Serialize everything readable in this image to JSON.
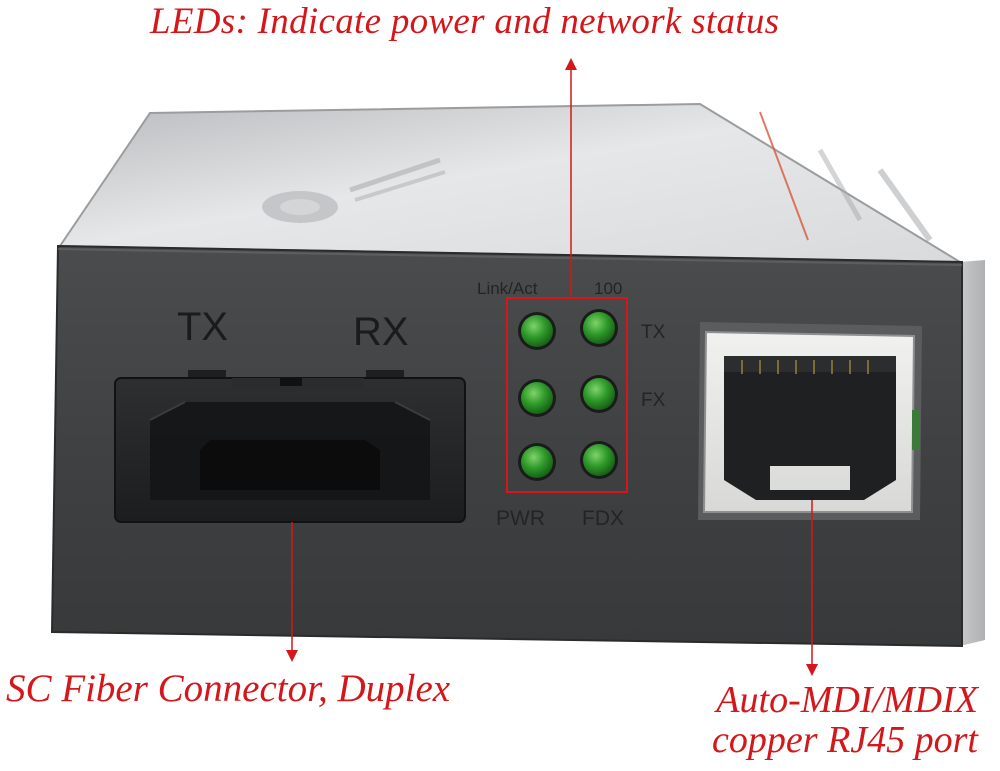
{
  "callouts": {
    "leds": "LEDs: Indicate power and network status",
    "fiber": "SC Fiber Connector, Duplex",
    "rj45_line1": "Auto-MDI/MDIX",
    "rj45_line2": "copper RJ45 port"
  },
  "device": {
    "fiber_tx": "TX",
    "fiber_rx": "RX",
    "led_labels": {
      "link_act": "Link/Act",
      "speed_100": "100",
      "tx": "TX",
      "fx": "FX",
      "pwr": "PWR",
      "fdx": "FDX"
    }
  },
  "colors": {
    "callout_red": "#d3171b",
    "led_green": "#2f9a2a",
    "panel_dark": "#414344",
    "casing_light": "#cfd1d3"
  }
}
